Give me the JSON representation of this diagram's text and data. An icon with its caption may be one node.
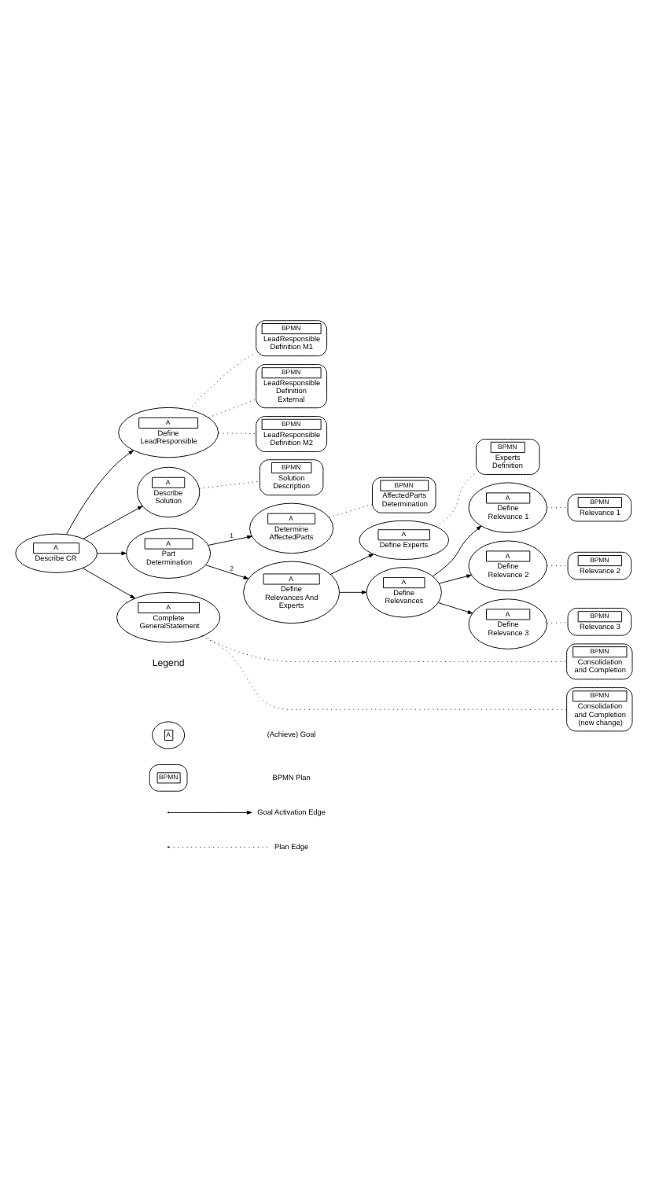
{
  "diagram": {
    "nodes": [
      {
        "text": [
          "A",
          "Describe CR"
        ]
      },
      {
        "text": [
          "A",
          "Define LeadResponsible"
        ]
      },
      {
        "text": [
          "A",
          "Describe Solution"
        ]
      },
      {
        "text": [
          "A",
          "Part Determination"
        ]
      },
      {
        "text": [
          "A",
          "Complete GeneralStatement"
        ]
      },
      {
        "text": [
          "BPMN",
          "LeadResponsible Definition M1"
        ]
      },
      {
        "text": [
          "BPMN",
          "LeadResponsible Definition External"
        ]
      },
      {
        "text": [
          "BPMN",
          "LeadResponsible Definition M2"
        ]
      },
      {
        "text": [
          "BPMN",
          "Solution Description"
        ]
      },
      {
        "text": [
          "A",
          "Determine AffectedParts"
        ]
      },
      {
        "text": [
          "A",
          "Define Relevances And Experts"
        ]
      },
      {
        "text": [
          "BPMN",
          "AffectedParts Determination"
        ]
      },
      {
        "text": [
          "A",
          "Define Experts"
        ]
      },
      {
        "text": [
          "BPMN",
          "Experts Definition"
        ]
      },
      {
        "text": [
          "A",
          "Define Relevances"
        ]
      },
      {
        "text": [
          "A",
          "Define Relevance 1"
        ]
      },
      {
        "text": [
          "BPMN",
          "Relevance 1"
        ]
      },
      {
        "text": [
          "A",
          "Define Relevance 2"
        ]
      },
      {
        "text": [
          "BPMN",
          "Relevance 2"
        ]
      },
      {
        "text": [
          "A",
          "Define Relevance 3"
        ]
      },
      {
        "text": [
          "BPMN",
          "Relevance 3"
        ]
      },
      {
        "text": [
          "BPMN",
          "Consolidation and Completion"
        ]
      },
      {
        "text": [
          "BPMN",
          "Consolidation and Completion (new change)"
        ]
      }
    ],
    "edges": [
      {
        "from": 0,
        "to": 1,
        "arrow": "to"
      },
      {
        "from": 0,
        "to": 2,
        "arrow": "to"
      },
      {
        "from": 0,
        "to": 3,
        "arrow": "to"
      },
      {
        "from": 0,
        "to": 4,
        "arrow": "to"
      },
      {
        "from": 1,
        "to": 5,
        "arrow": "none",
        "style": "dashed"
      },
      {
        "from": 1,
        "to": 6,
        "arrow": "none",
        "style": "dashed"
      },
      {
        "from": 1,
        "to": 7,
        "arrow": "none",
        "style": "dashed"
      },
      {
        "from": 2,
        "to": 8,
        "arrow": "none",
        "style": "dashed"
      },
      {
        "from": 3,
        "to": 9,
        "arrow": "to",
        "label": "1"
      },
      {
        "from": 3,
        "to": 10,
        "arrow": "to",
        "label": "2"
      },
      {
        "from": 9,
        "to": 11,
        "arrow": "none",
        "style": "dashed"
      },
      {
        "from": 10,
        "to": 12,
        "arrow": "to"
      },
      {
        "from": 10,
        "to": 14,
        "arrow": "to"
      },
      {
        "from": 12,
        "to": 13,
        "arrow": "none",
        "style": "dashed"
      },
      {
        "from": 14,
        "to": 15,
        "arrow": "to"
      },
      {
        "from": 14,
        "to": 17,
        "arrow": "to"
      },
      {
        "from": 14,
        "to": 19,
        "arrow": "to"
      },
      {
        "from": 15,
        "to": 16,
        "arrow": "none",
        "style": "dashed"
      },
      {
        "from": 17,
        "to": 18,
        "arrow": "none",
        "style": "dashed"
      },
      {
        "from": 19,
        "to": 20,
        "arrow": "none",
        "style": "dashed"
      },
      {
        "from": 4,
        "to": 21,
        "arrow": "none",
        "style": "dashed"
      },
      {
        "from": 4,
        "to": 22,
        "arrow": "none",
        "style": "dashed"
      }
    ],
    "labels": [
      "Legend",
      "A",
      "BPMN"
    ],
    "legend": [
      {
        "text": "(Achieve) Goal"
      },
      {
        "text": "BPMN Plan"
      },
      {
        "text": "Goal Activation Edge"
      },
      {
        "text": "Plan Edge"
      }
    ]
  }
}
